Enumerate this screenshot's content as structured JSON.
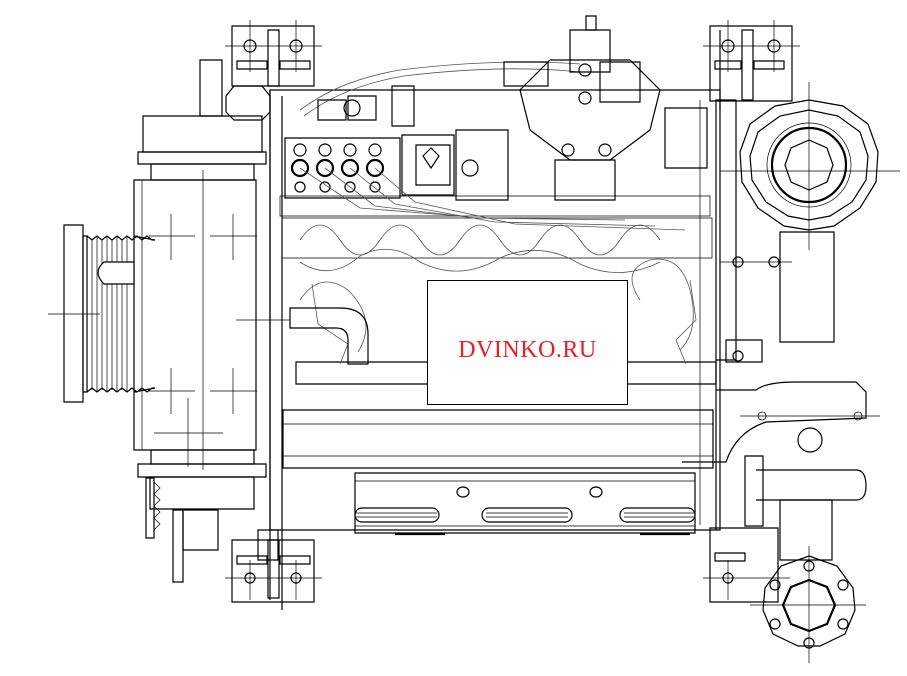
{
  "diagram": {
    "subject": "engine-front-view-line-drawing",
    "watermark": {
      "text": "DVINKO.RU",
      "color": "#ee1c25"
    },
    "line_color": "#000000",
    "background": "#ffffff",
    "components": [
      {
        "id": "pulley",
        "label": "crankshaft-pulley"
      },
      {
        "id": "alternator",
        "label": "alternator"
      },
      {
        "id": "injection-pump",
        "label": "fuel-injection-pump"
      },
      {
        "id": "turbocharger",
        "label": "turbocharger"
      },
      {
        "id": "exhaust-flange",
        "label": "exhaust-flange"
      },
      {
        "id": "oil-pan",
        "label": "oil-pan-rail"
      },
      {
        "id": "mount-top-left",
        "label": "engine-mount"
      },
      {
        "id": "mount-top-right",
        "label": "engine-mount"
      },
      {
        "id": "mount-bottom-left",
        "label": "engine-mount"
      },
      {
        "id": "mount-bottom-right",
        "label": "engine-mount"
      }
    ]
  }
}
